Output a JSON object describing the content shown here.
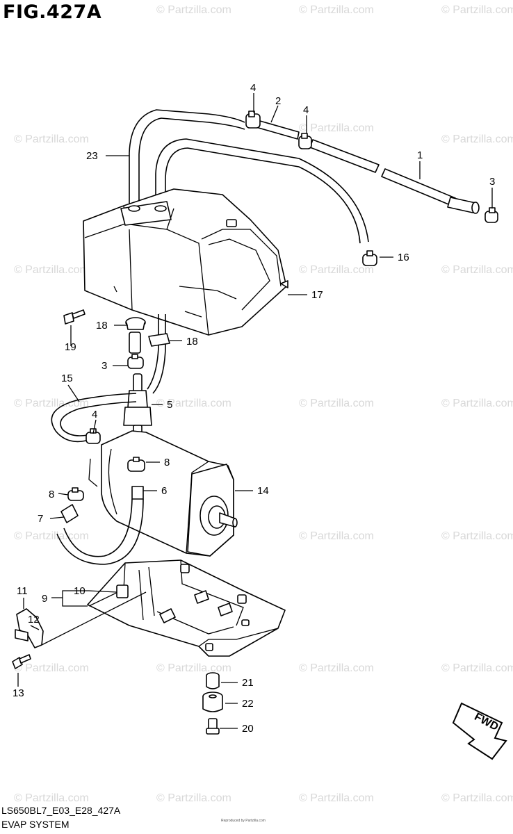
{
  "header": {
    "figure_title": "FIG.427A"
  },
  "footer": {
    "model_code": "LS650BL7_E03_E28_427A",
    "system_name": "EVAP SYSTEM",
    "copyright": "Reproduced by Partzilla.com"
  },
  "watermark": {
    "text": "© Partzilla.com"
  },
  "fwd_badge": {
    "text": "FWD"
  },
  "callouts": {
    "c1": "1",
    "c2": "2",
    "c3a": "3",
    "c3b": "3",
    "c4a": "4",
    "c4b": "4",
    "c4c": "4",
    "c5": "5",
    "c6": "6",
    "c7": "7",
    "c8a": "8",
    "c8b": "8",
    "c9": "9",
    "c10": "10",
    "c11": "11",
    "c12": "12",
    "c13": "13",
    "c14": "14",
    "c15": "15",
    "c16": "16",
    "c17": "17",
    "c18a": "18",
    "c18b": "18",
    "c19": "19",
    "c20": "20",
    "c21": "21",
    "c22": "22",
    "c23": "23"
  }
}
